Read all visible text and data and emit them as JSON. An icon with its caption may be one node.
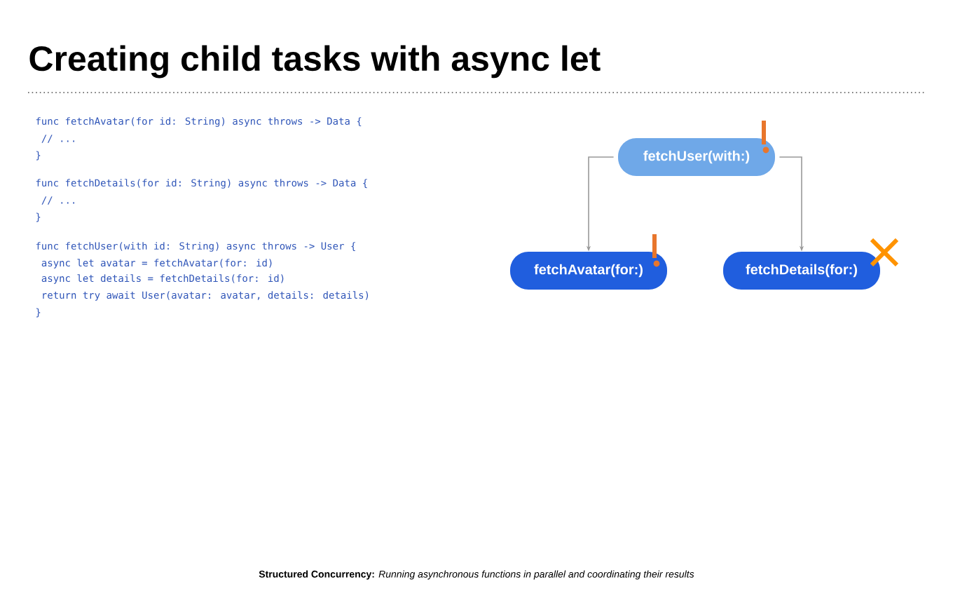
{
  "diagram": {
    "title": "Creating child tasks with async let",
    "caption": "**Structured Concurrency:** *Running asynchronous functions in parallel and coordinating their results*",
    "nodes": [
      {
        "text": [
          "fetchUser(with:)"
        ]
      },
      {
        "text": [
          "fetchAvatar(for:)"
        ]
      },
      {
        "text": [
          "fetchDetails(for:)"
        ]
      }
    ],
    "edges": [
      {
        "from": 0,
        "to": 1,
        "arrow": "to"
      },
      {
        "from": 0,
        "to": 2,
        "arrow": "to"
      }
    ],
    "labels": [
      "func fetchAvatar(for id: String) async throws -> Data {",
      "    // ...",
      "}",
      "func fetchDetails(for id: String) async throws -> Data {",
      "    // ...",
      "}",
      "func fetchUser(with id: String) async throws -> User {",
      "    async let avatar = fetchAvatar(for: id)",
      "    async let details = fetchDetails(for: id)",
      "    return try await User(avatar: avatar, details: details)",
      "}"
    ]
  }
}
